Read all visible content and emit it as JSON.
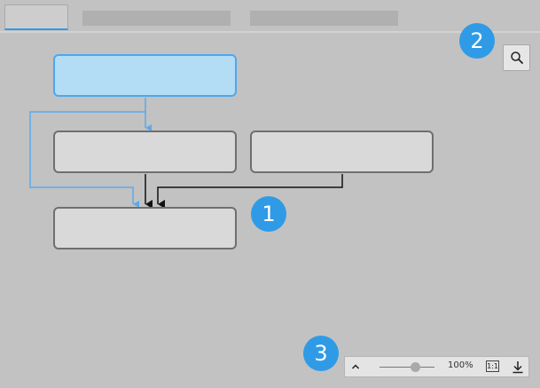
{
  "tabs": [
    {
      "state": "active"
    },
    {
      "state": "inactive"
    },
    {
      "state": "inactive"
    }
  ],
  "diagram": {
    "nodes": [
      {
        "id": "top",
        "selected": true
      },
      {
        "id": "middle-left",
        "selected": false
      },
      {
        "id": "middle-right",
        "selected": false
      },
      {
        "id": "bottom",
        "selected": false
      }
    ],
    "edges": [
      {
        "from": "top",
        "to": "middle-left",
        "style": "highlighted"
      },
      {
        "from": "top",
        "to": "bottom",
        "style": "highlighted"
      },
      {
        "from": "middle-left",
        "to": "bottom",
        "style": "normal"
      },
      {
        "from": "middle-right",
        "to": "bottom",
        "style": "normal"
      }
    ]
  },
  "badges": {
    "one": "1",
    "two": "2",
    "three": "3"
  },
  "toolbar": {
    "search_icon": "search-icon"
  },
  "zoom_controls": {
    "collapse_icon": "chevron-up-icon",
    "zoom_level": 100,
    "zoom_text": "100%",
    "fit_label": "1:1",
    "download_icon": "download-icon"
  },
  "colors": {
    "accent": "#2f9be6",
    "selected_fill": "#b3dcf5",
    "selected_border": "#4da8ef",
    "node_fill": "#d9d9d9",
    "node_border": "#6f6f6f",
    "canvas": "#c2c2c2"
  }
}
